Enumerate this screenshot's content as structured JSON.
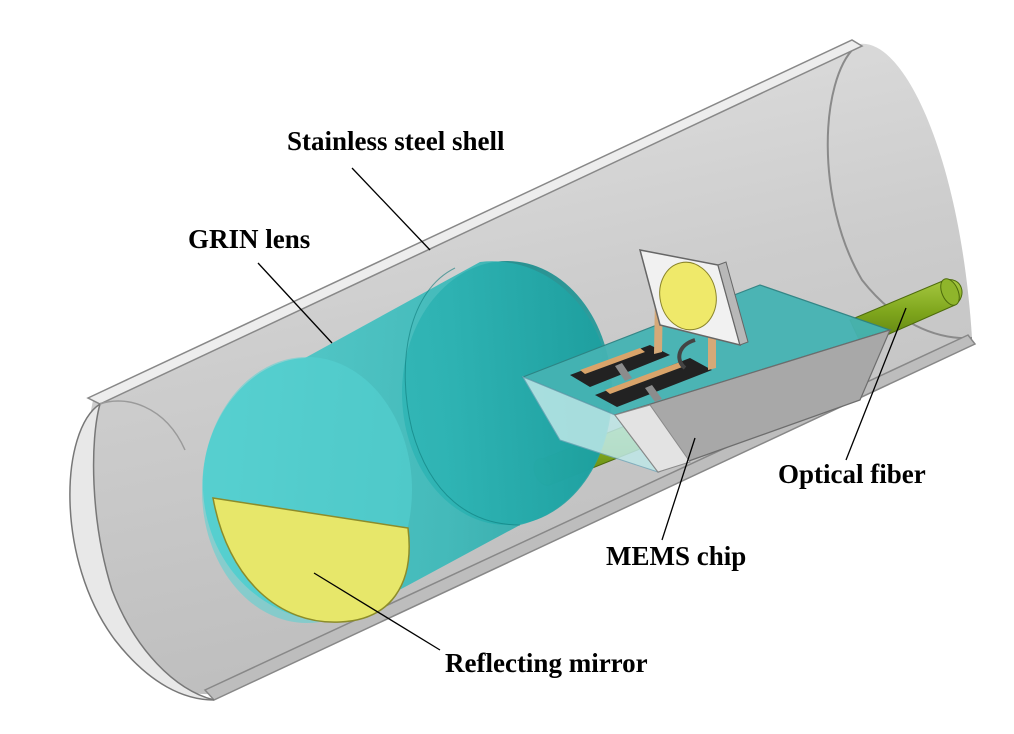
{
  "labels": {
    "shell": "Stainless steel shell",
    "lens": "GRIN lens",
    "fiber": "Optical fiber",
    "chip": "MEMS chip",
    "mirror": "Reflecting mirror"
  },
  "colors": {
    "shell_outer": "#b4b4b4",
    "shell_inner": "#d6d6d6",
    "shell_rim": "#f0f0f0",
    "lens": "#3fc9c9",
    "lens_dark": "#159a9a",
    "mirror": "#e8e865",
    "fiber": "#7fa51c",
    "chip_top": "#45b3b3",
    "chip_side": "#c8c8c8",
    "chip_dark": "#9a9a9a"
  }
}
